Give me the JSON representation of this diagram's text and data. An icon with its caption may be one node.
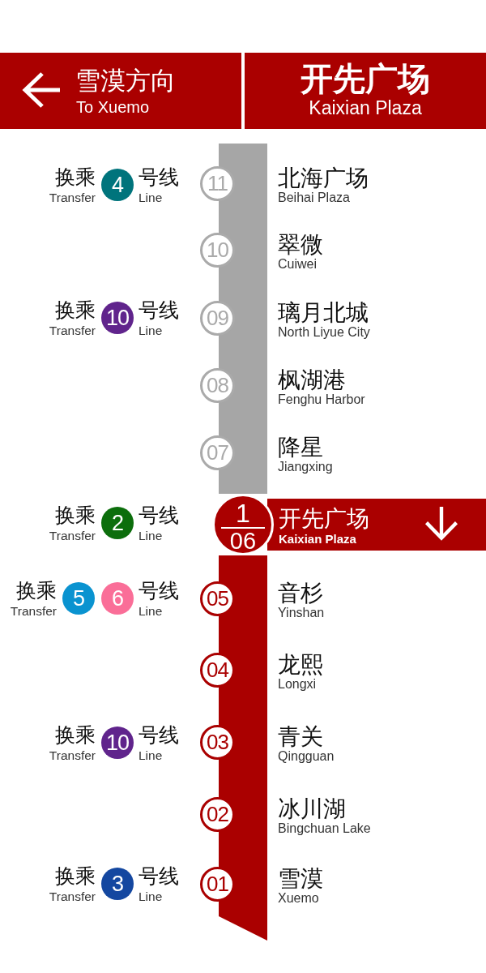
{
  "diagram": {
    "nodes": [
      {
        "text": [
          "雪漠方向",
          "To Xuemo"
        ]
      },
      {
        "text": [
          "开先广场",
          "Kaixian Plaza"
        ]
      },
      {
        "text": [
          "4"
        ],
        "beside": [
          "换乘",
          "Transfer",
          "号线",
          "Line"
        ]
      },
      {
        "text": [
          "11"
        ],
        "beside": [
          "北海广场",
          "Beihai Plaza"
        ]
      },
      {
        "text": [
          "10"
        ],
        "beside": [
          "翠微",
          "Cuiwei"
        ]
      },
      {
        "text": [
          "10"
        ],
        "beside": [
          "换乘",
          "Transfer",
          "号线",
          "Line"
        ]
      },
      {
        "text": [
          "09"
        ],
        "beside": [
          "璃月北城",
          "North Liyue City"
        ]
      },
      {
        "text": [
          "08"
        ],
        "beside": [
          "枫湖港",
          "Fenghu Harbor"
        ]
      },
      {
        "text": [
          "07"
        ],
        "beside": [
          "降星",
          "Jiangxing"
        ]
      },
      {
        "text": [
          "2"
        ],
        "beside": [
          "换乘",
          "Transfer",
          "号线",
          "Line"
        ]
      },
      {
        "text": [
          "1",
          "06"
        ]
      },
      {
        "text": [
          "开先广场",
          "Kaixian Plaza"
        ]
      },
      {
        "text": [
          "5"
        ],
        "beside": [
          "换乘",
          "Transfer"
        ]
      },
      {
        "text": [
          "6"
        ],
        "beside": [
          "号线",
          "Line"
        ]
      },
      {
        "text": [
          "05"
        ],
        "beside": [
          "音杉",
          "Yinshan"
        ]
      },
      {
        "text": [
          "04"
        ],
        "beside": [
          "龙熙",
          "Longxi"
        ]
      },
      {
        "text": [
          "10"
        ],
        "beside": [
          "换乘",
          "Transfer",
          "号线",
          "Line"
        ]
      },
      {
        "text": [
          "03"
        ],
        "beside": [
          "青关",
          "Qingguan"
        ]
      },
      {
        "text": [
          "02"
        ],
        "beside": [
          "冰川湖",
          "Bingchuan Lake"
        ]
      },
      {
        "text": [
          "3"
        ],
        "beside": [
          "换乘",
          "Transfer",
          "号线",
          "Line"
        ]
      },
      {
        "text": [
          "01"
        ],
        "beside": [
          "雪漠",
          "Xuemo"
        ]
      }
    ],
    "edges": [
      {
        "from": 3,
        "to": 4,
        "arrow": "none",
        "color": "#a6a6a6"
      },
      {
        "from": 4,
        "to": 6,
        "arrow": "none",
        "color": "#a6a6a6"
      },
      {
        "from": 6,
        "to": 7,
        "arrow": "none",
        "color": "#a6a6a6"
      },
      {
        "from": 7,
        "to": 8,
        "arrow": "none",
        "color": "#a6a6a6"
      },
      {
        "from": 8,
        "to": 10,
        "arrow": "none",
        "color": "#a6a6a6"
      },
      {
        "from": 10,
        "to": 14,
        "arrow": "none",
        "color": "#aa0000"
      },
      {
        "from": 14,
        "to": 15,
        "arrow": "none",
        "color": "#aa0000"
      },
      {
        "from": 15,
        "to": 17,
        "arrow": "none",
        "color": "#aa0000"
      },
      {
        "from": 17,
        "to": 18,
        "arrow": "none",
        "color": "#aa0000"
      },
      {
        "from": 18,
        "to": 20,
        "arrow": "none",
        "color": "#aa0000"
      }
    ]
  }
}
